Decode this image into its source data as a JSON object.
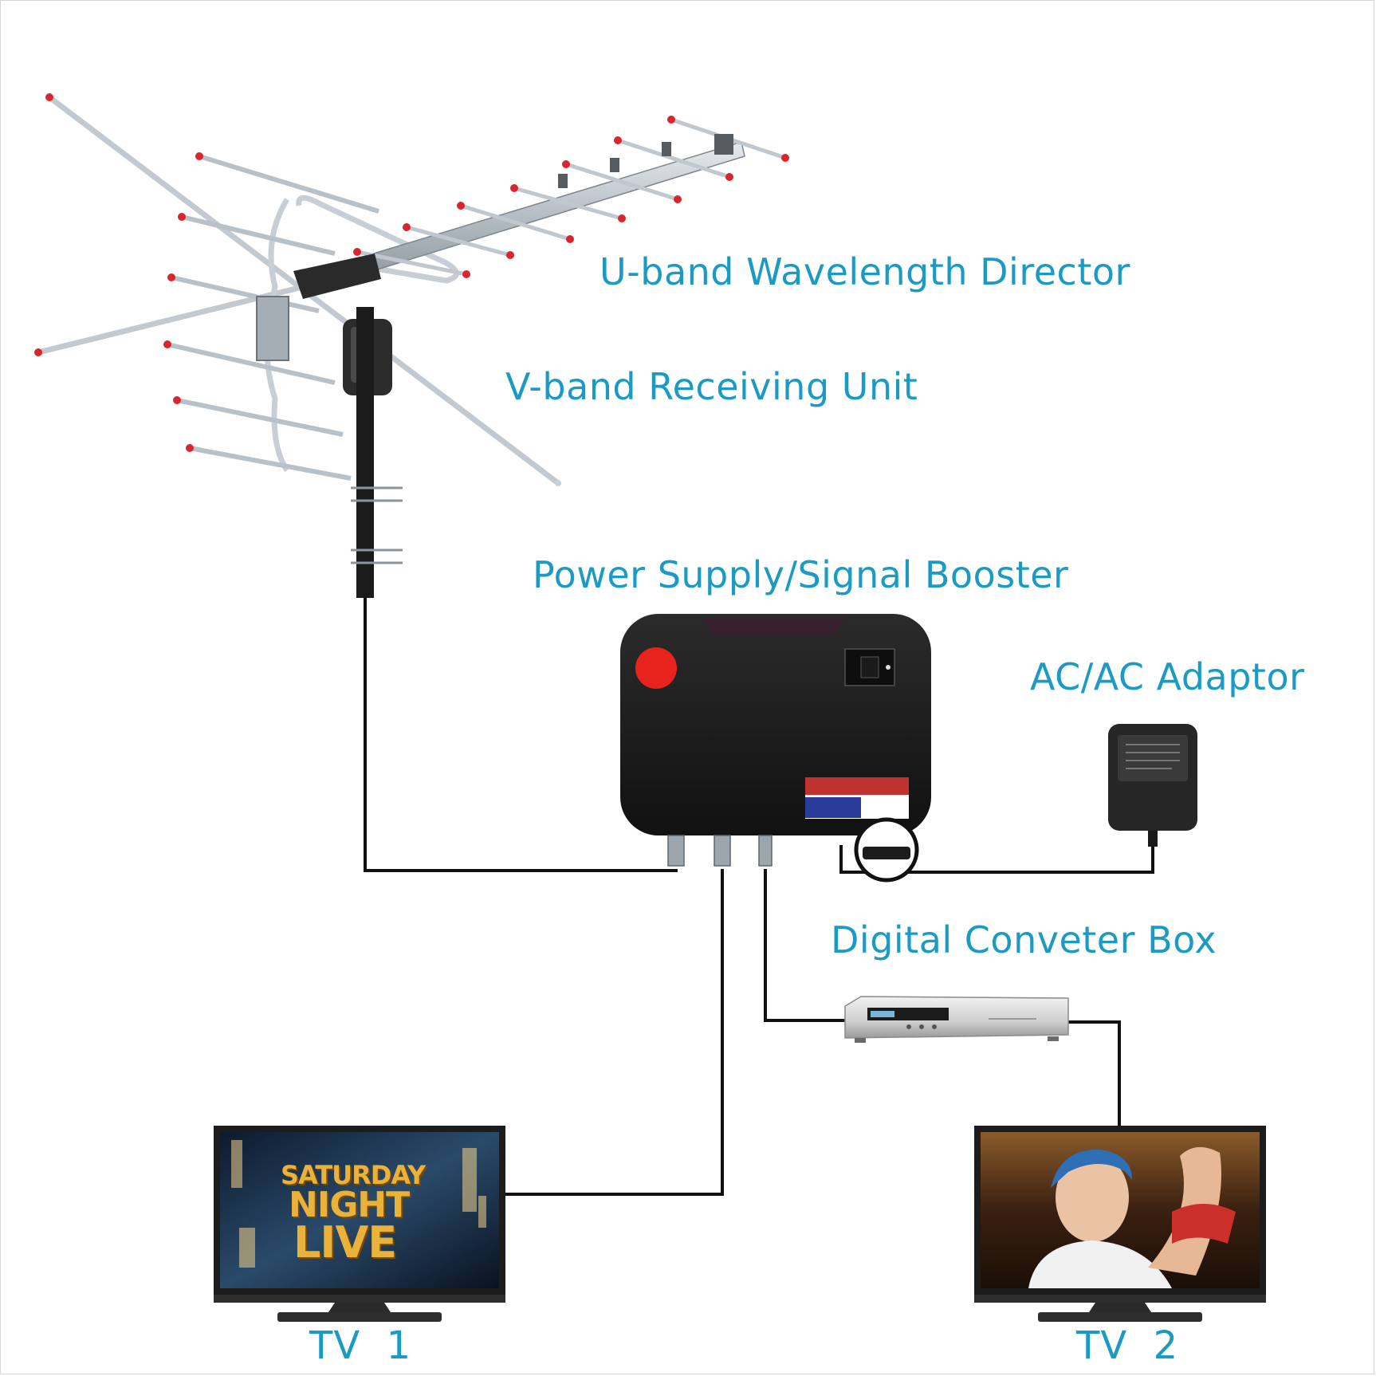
{
  "labels": {
    "u_band": "U-band Wavelength Director",
    "v_band": "V-band Receiving Unit",
    "power_supply": "Power Supply/Signal Booster",
    "adaptor": "AC/AC Adaptor",
    "converter": "Digital Conveter Box",
    "tv1": "TV  1",
    "tv2": "TV  2"
  },
  "tv1_screen": {
    "line1": "SATURDAY",
    "line2": "NIGHT",
    "line3": "LIVE"
  },
  "colors": {
    "label": "#1b9ac4",
    "antenna_tip": "#d9262c",
    "cable": "#111111",
    "booster_body": "#1c1c1c",
    "power_button": "#e8231d"
  },
  "icons": [
    "antenna-icon",
    "booster-device-icon",
    "ac-adaptor-icon",
    "converter-box-icon",
    "tv-icon"
  ]
}
